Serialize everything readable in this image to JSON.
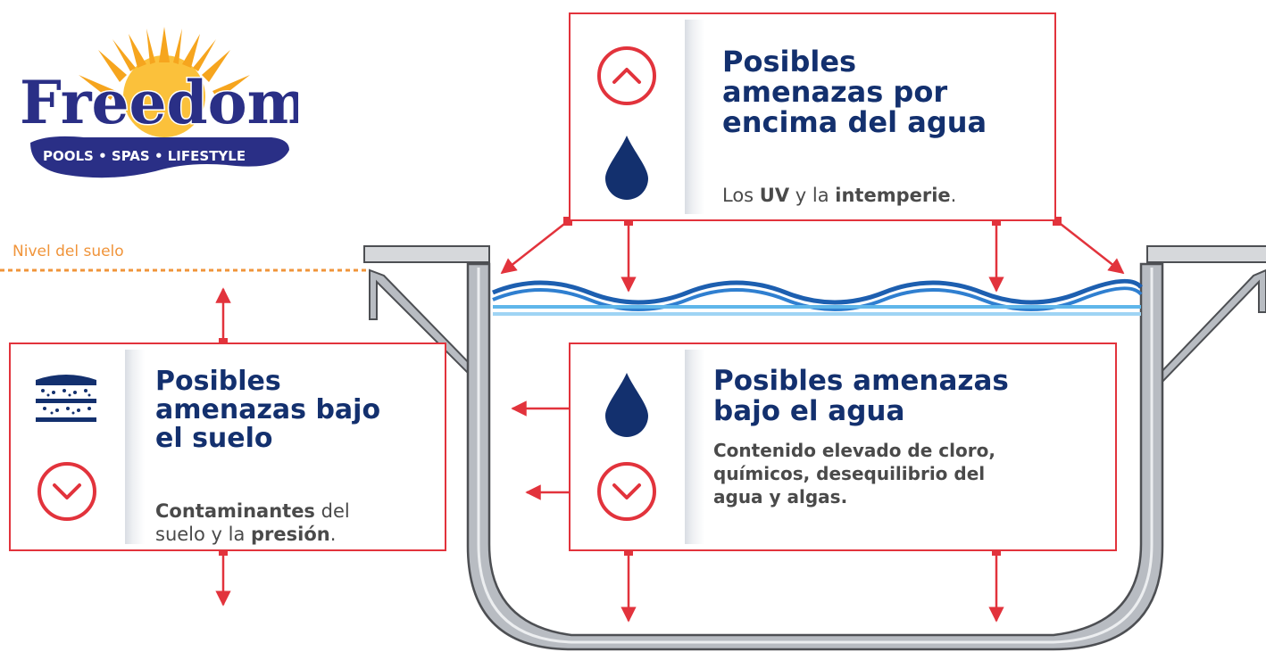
{
  "logo": {
    "name": "Freedom",
    "tagline": "POOLS • SPAS • LIFESTYLE"
  },
  "ground_level_label": "Nivel del suelo",
  "above_water": {
    "title": "Posibles\namenazas por\nencima del agua",
    "body_parts": [
      "Los ",
      "UV",
      " y la ",
      "intemperie",
      "."
    ]
  },
  "below_ground": {
    "title": "Posibles\namenazas bajo\nel suelo",
    "body_parts": [
      "Contaminantes",
      " del\nsuelo y la ",
      "presión",
      "."
    ]
  },
  "below_water": {
    "title": "Posibles amenazas\nbajo el agua",
    "body": "Contenido elevado de cloro,\nquímicos, desequilibrio del\nagua y algas."
  },
  "icons": {
    "up_chevron": "chevron-up-circle-icon",
    "down_chevron": "chevron-down-circle-icon",
    "water_drop": "water-drop-icon",
    "soil": "soil-layers-icon"
  },
  "colors": {
    "accent_red": "#e2333c",
    "navy": "#13306e",
    "water_light": "#5fb6ea",
    "water_dark": "#1d5fb0",
    "ground_orange": "#f0943a",
    "pool_wall": "#b8bcc2",
    "pool_outline": "#4d4f53",
    "body_text": "#4a4a4a"
  }
}
